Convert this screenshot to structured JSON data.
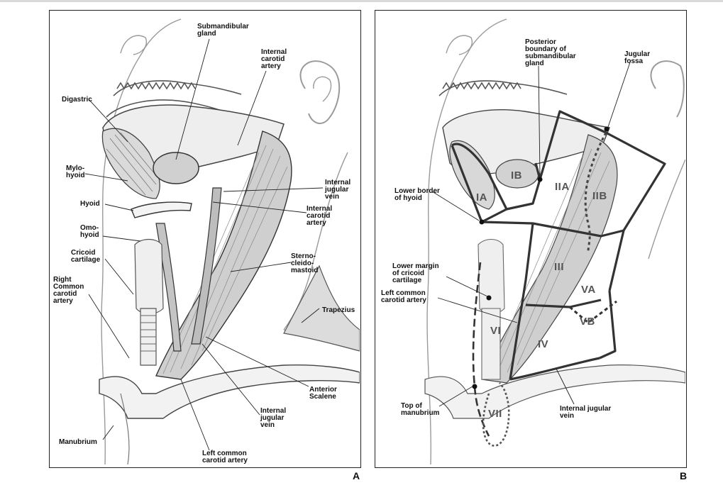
{
  "panels": {
    "a": {
      "letter": "A",
      "labels": {
        "submandibular_gland": "Submandibular\ngland",
        "internal_carotid_artery_top": "Internal\ncarotid\nartery",
        "digastric": "Digastric",
        "mylohyoid": "Mylo-\nhyoid",
        "hyoid": "Hyoid",
        "omohyoid": "Omo-\nhyoid",
        "cricoid_cartilage": "Cricoid\ncartilage",
        "right_common_carotid_artery": "Right\nCommon\ncarotid\nartery",
        "internal_jugular_vein_upper": "Internal\njugular\nvein",
        "internal_carotid_artery_mid": "Internal\ncarotid\nartery",
        "sternocleidomastoid": "Sterno-\ncleido-\nmastoid",
        "trapezius": "Trapezius",
        "anterior_scalene": "Anterior\nScalene",
        "internal_jugular_vein_lower": "Internal\njugular\nvein",
        "left_common_carotid_artery": "Left common\ncarotid artery",
        "manubrium": "Manubrium"
      }
    },
    "b": {
      "letter": "B",
      "labels": {
        "posterior_boundary": "Posterior\nboundary of\nsubmandibular\ngland",
        "jugular_fossa": "Jugular\nfossa",
        "lower_border_hyoid": "Lower border\nof hyoid",
        "lower_margin_cricoid": "Lower margin\nof cricoid\ncartilage",
        "left_common_carotid": "Left common\ncarotid artery",
        "top_of_manubrium": "Top of\nmanubrium",
        "internal_jugular_vein": "Internal jugular\nvein"
      },
      "zones": {
        "ia": "IA",
        "ib": "IB",
        "iia": "IIA",
        "iib": "IIB",
        "iii": "III",
        "iv": "IV",
        "va": "VA",
        "vb": "VB",
        "vi": "VI",
        "vii": "VII"
      }
    }
  }
}
